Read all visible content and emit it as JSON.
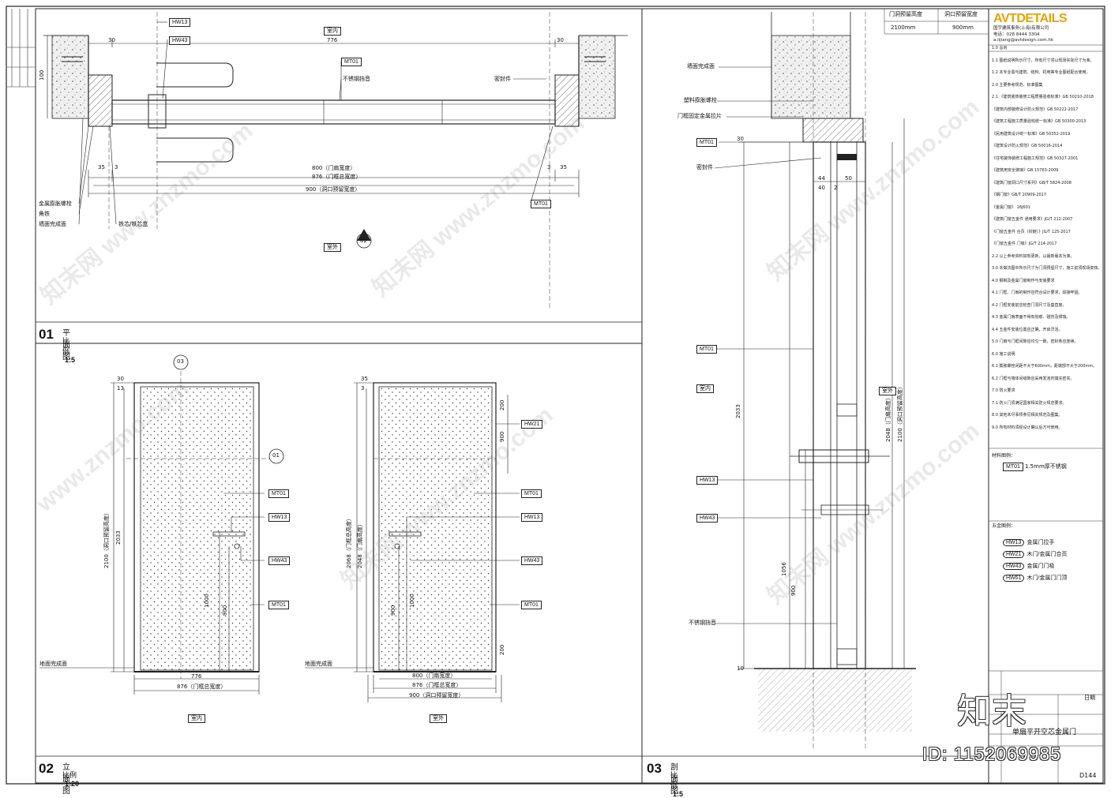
{
  "panels": {
    "p01": {
      "num": "01",
      "name": "平面图",
      "scale_label": "比例",
      "scale": "1:5"
    },
    "p02": {
      "num": "02",
      "name": "立面图",
      "scale_label": "比例",
      "scale": "1:20"
    },
    "p03": {
      "num": "03",
      "name": "剖面图",
      "scale_label": "比例",
      "scale": "1:5"
    }
  },
  "plan": {
    "dims": {
      "d30a": "30",
      "d776": "776",
      "d30b": "30",
      "d100": "100",
      "d35a": "35",
      "d3a": "3",
      "d800": "800（门扇宽度）",
      "d876": "876（门框总宽度）",
      "d900": "900（洞口预留宽度）",
      "d3b": "3",
      "d35b": "35"
    },
    "room_in": "室内",
    "room_out": "室外",
    "tags": {
      "hw13": "HW13",
      "hw43": "HW43",
      "mt01a": "MT01",
      "mt01b": "MT01"
    },
    "labels": {
      "stainless": "不锈钢挡音",
      "seal": "密封件",
      "anchor": "金属膨胀螺栓",
      "angle": "角铁",
      "wall": "墙面完成面",
      "frame": "铁芯/铁芯盒"
    },
    "section_mark": "02"
  },
  "elev": {
    "mark_top": "03",
    "mark_side": "01",
    "left": {
      "d30": "30",
      "d13": "13",
      "h2100": "2100（洞口预留高度）",
      "h2033": "2033",
      "h1000": "1000",
      "h900": "900",
      "w776": "776",
      "w876": "876（门框总宽度）",
      "floor": "地面完成面",
      "room": "室内"
    },
    "right": {
      "d35": "35",
      "d3": "3",
      "h2068": "2068（门框总高度）",
      "h2048": "2048（门扇高度）",
      "h200a": "200",
      "h900a": "900",
      "h200b": "200",
      "h900b": "900",
      "h1000": "1000",
      "w800": "800（门扇宽度）",
      "w876": "876（门框总宽度）",
      "w900": "900（洞口预留宽度）",
      "floor": "地面完成面",
      "room": "室外"
    },
    "tags": {
      "mt01": "MT01",
      "hw13": "HW13",
      "hw43": "HW43",
      "mt01b": "MT01",
      "hw21": "HW21"
    }
  },
  "section": {
    "labels": {
      "wall": "墙面完成面",
      "plastic": "塑料膨胀螺栓",
      "metal_frame": "门框固定金属拉片",
      "seal": "密封件",
      "stainless": "不锈钢挡音",
      "room_in": "室内",
      "room_out": "室外"
    },
    "tags": {
      "mt01a": "MT01",
      "mt01b": "MT01",
      "hw13": "HW13",
      "hw43": "HW43"
    },
    "dims": {
      "d44": "44",
      "d50": "50",
      "d40": "40",
      "d2": "2",
      "h2033": "2033",
      "h1056": "1056",
      "h900": "900",
      "h2048": "2048（门扇高度）",
      "h2100": "2100（洞口预留高度）",
      "d30": "30",
      "d10": "10"
    }
  },
  "titleblock": {
    "hdr1": "门洞预留高度",
    "hdr2": "洞口预留宽度",
    "val1": "2100mm",
    "val2": "900mm",
    "logo": "AVTDETAILS",
    "company": "国宇建筑事务(上海)有限公司",
    "phone": "电话：028 8444 3304",
    "email": "a.lijiang@avtdesign.com.hk",
    "mat_title": "材料图例：",
    "mat_tag": "MT01",
    "mat_desc": "1.5mm厚不锈钢",
    "hw_title": "五金图例：",
    "hw": [
      {
        "code": "HW13",
        "desc": "金属门拉手"
      },
      {
        "code": "HW21",
        "desc": "木门/金属门合页"
      },
      {
        "code": "HW43",
        "desc": "金属门门吸"
      },
      {
        "code": "HW61",
        "desc": "木门/金属门门顶"
      }
    ],
    "drawing_name": "单扇平开空芯金属门",
    "right_label": "日期",
    "sheet_no": "D144",
    "notes": [
      "1.0 总则",
      "1.1  图纸说明所示尺寸，所有尺寸须以现场实际尺寸为准。",
      "1.2  本专业需与建筑、结构、机电等专业图纸配合使用。",
      "2.0 主要参考规范、标准图集",
      "2.1 《建筑装饰装修工程质量验收标准》GB 50210-2018",
      "《建筑内部装修设计防火规范》GB 50222-2017",
      "《建筑工程施工质量验收统一标准》GB 50300-2013",
      "《民用建筑设计统一标准》GB 50352-2019",
      "《建筑设计防火规范》GB 50016-2014",
      "《住宅装饰装修工程施工规范》GB 50327-2001",
      "《建筑用安全玻璃》GB 15763-2009",
      "《建筑门窗洞口尺寸系列》GB/T 5824-2008",
      "《钢门窗》GB/T 20909-2017",
      "《金属门窗》 16J601",
      "《建筑门窗五金件 通用要求》JG/T 212-2007",
      "《门窗五金件 合页（铰链）》JG/T 125-2017",
      "《门窗五金件 门吸》JG/T 214-2017",
      "2.2  以上参考资料如有更新，以最新版本为准。",
      "3.0  本做法图中所示尺寸为门洞预留尺寸，施工前须现场复核。",
      "4.0 钢制及金属门窗制作与安装要求",
      "4.1  门框、门扇的制作应符合设计要求，焊接牢固。",
      "4.2  门框安装前应检查门洞尺寸及垂直度。",
      "4.3  金属门扇表面不得有划痕、碰伤及锈蚀。",
      "4.4  五金件安装位置应正确，开启灵活。",
      "5.0  门扇与门框间隙应均匀一致，密封条应连续。",
      "6.0  施工说明",
      "6.1  膨胀螺栓间距不大于600mm，距端部不大于200mm。",
      "6.2  门框与墙体间缝隙应采用发泡剂填充密实。",
      "7.0  防火要求",
      "7.1  防火门须满足国家相关防火规范要求。",
      "8.0  其他未尽事项参见相关规范及图集。",
      "9.0  所有材料须经设计确认后方可使用。"
    ]
  }
}
